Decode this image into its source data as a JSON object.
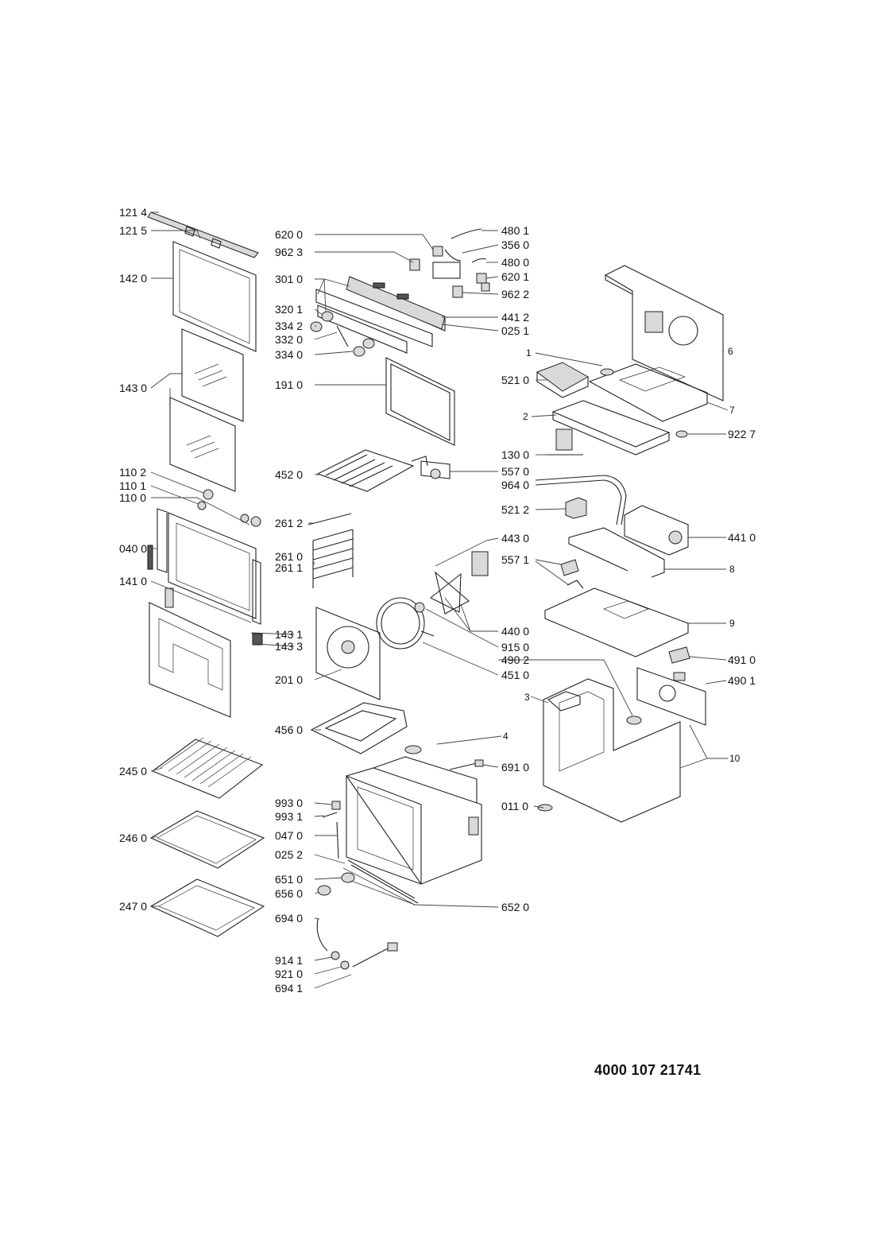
{
  "document_number": "4000 107 21741",
  "labels": {
    "l_1214": "121 4",
    "l_1215": "121 5",
    "l_1420": "142 0",
    "l_1430": "143 0",
    "l_1102": "110 2",
    "l_1101": "110 1",
    "l_1100": "110 0",
    "l_0400": "040 0",
    "l_1410": "141 0",
    "l_2450": "245 0",
    "l_2460": "246 0",
    "l_2470": "247 0",
    "l_6200": "620 0",
    "l_9623": "962 3",
    "l_3010": "301 0",
    "l_3201": "320 1",
    "l_3342": "334 2",
    "l_3320": "332 0",
    "l_3340": "334 0",
    "l_1910": "191 0",
    "l_4520": "452 0",
    "l_2612": "261 2",
    "l_2610": "261 0",
    "l_2611": "261 1",
    "l_1431": "143 1",
    "l_1433": "143 3",
    "l_2010": "201 0",
    "l_4560": "456 0",
    "l_9930": "993 0",
    "l_9931": "993 1",
    "l_0470": "047 0",
    "l_0252": "025 2",
    "l_6510": "651 0",
    "l_6560": "656 0",
    "l_6940": "694 0",
    "l_9141": "914 1",
    "l_9210": "921 0",
    "l_6941": "694 1",
    "l_4801": "480 1",
    "l_3560": "356 0",
    "l_4800": "480 0",
    "l_6201": "620 1",
    "l_9622": "962 2",
    "l_4412": "441 2",
    "l_0251": "025 1",
    "l_1": "1",
    "l_5210": "521 0",
    "l_2": "2",
    "l_1300": "130 0",
    "l_5570": "557 0",
    "l_9640": "964 0",
    "l_5212": "521 2",
    "l_4430": "443 0",
    "l_5571": "557 1",
    "l_4400": "440 0",
    "l_9150": "915 0",
    "l_4902": "490 2",
    "l_4510": "451 0",
    "l_3": "3",
    "l_4": "4",
    "l_6910": "691 0",
    "l_0110": "011 0",
    "l_6520": "652 0",
    "l_6": "6",
    "l_7": "7",
    "l_9227": "922 7",
    "l_4410": "441 0",
    "l_8": "8",
    "l_9": "9",
    "l_4910": "491 0",
    "l_4901": "490 1",
    "l_10": "10"
  }
}
